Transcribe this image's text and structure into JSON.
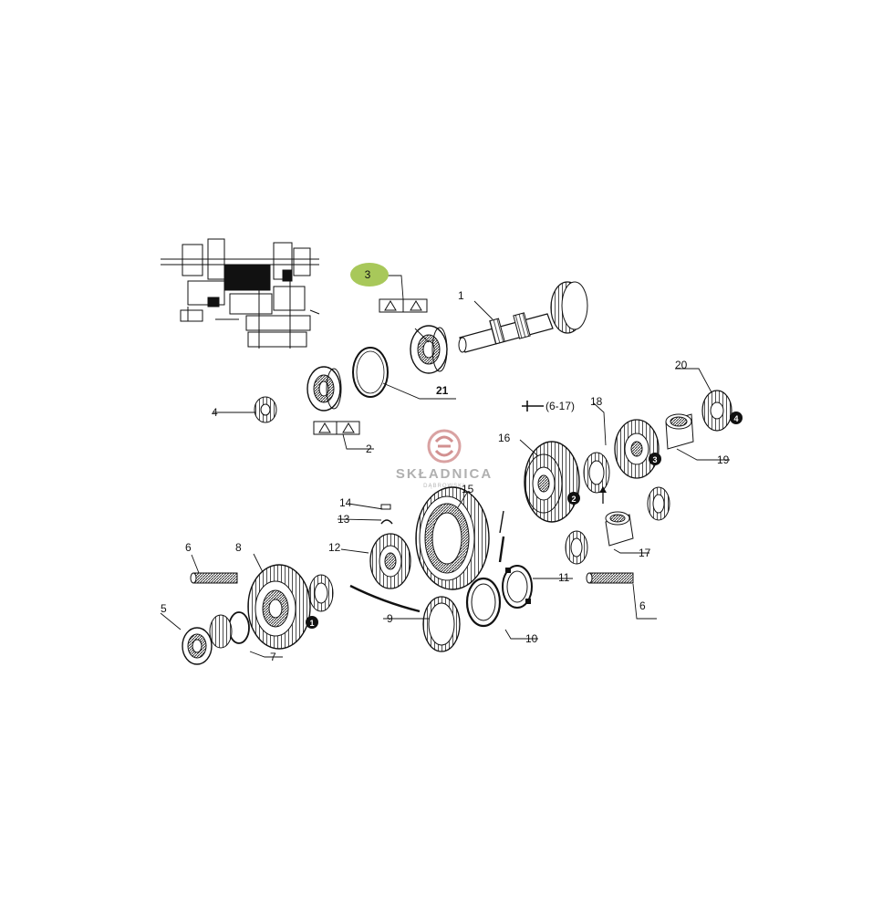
{
  "watermark": {
    "brand": "SKŁADNICA",
    "sub": "DĄBROWSKI"
  },
  "highlight": {
    "label": "3",
    "color": "#a8c85a"
  },
  "callouts": {
    "c1": "1",
    "c2": "2",
    "c3": "3",
    "c4": "4",
    "c5": "5",
    "c6a": "6",
    "c6b": "6",
    "c7": "7",
    "c8": "8",
    "c9": "9",
    "c10": "10",
    "c11": "11",
    "c12": "12",
    "c13": "13",
    "c14": "14",
    "c15": "15",
    "c16": "16",
    "c17": "17",
    "c18": "18",
    "c19": "19",
    "c20": "20",
    "c21": "21"
  },
  "ref_note": "(6-17)",
  "markers": {
    "m1": "1",
    "m2": "2",
    "m3": "3",
    "m4": "4"
  }
}
